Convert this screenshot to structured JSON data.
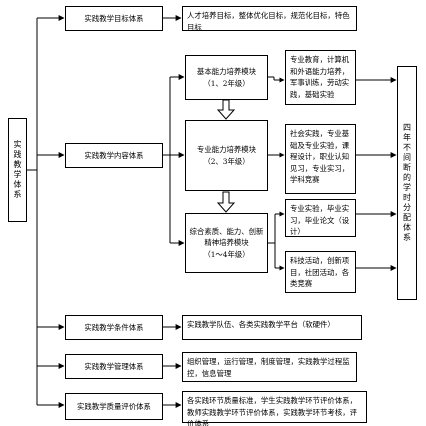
{
  "root": {
    "label": "实践教学体系"
  },
  "subsystems": [
    {
      "label": "实践教学目标体系",
      "detail": "人才培养目标，整体优化目标，规范化目标，特色目标"
    },
    {
      "label": "实践教学内容体系"
    },
    {
      "label": "实践教学条件体系",
      "detail": "实践教学队伍、各类实践教学平台（软硬件）"
    },
    {
      "label": "实践教学管理体系",
      "detail": "组织管理，运行管理，制度管理，实践教学过程监控，信息管理"
    },
    {
      "label": "实践教学质量评价体系",
      "detail": "各实践环节质量标准，学生实践教学环节评价体系，教师实践教学环节评价体系，实践教学环节考核，评价体系"
    }
  ],
  "modules": [
    {
      "label": "基本能力培养模块",
      "grade": "（1、2年级）"
    },
    {
      "label": "专业能力培养模块",
      "grade": "（2、3年级）"
    },
    {
      "label": "综合素质、能力、创新精神培养模块",
      "grade": "（1～4年级）"
    }
  ],
  "activities": [
    {
      "label": "专业教育，计算机和外语能力培养，军事训练，劳动实践，基础实验"
    },
    {
      "label": "社会实践，专业基础及专业实验，课程设计，职业认知见习，专业实习，学科竞赛"
    },
    {
      "label": "专业实验，毕业实习，毕业论文（设计）"
    },
    {
      "label": "科技活动，创新项目，社团活动，各类竞赛"
    }
  ],
  "side": {
    "label": "四年不间断的学时分配体系"
  },
  "colors": {
    "line": "#000000",
    "background": "#ffffff"
  }
}
